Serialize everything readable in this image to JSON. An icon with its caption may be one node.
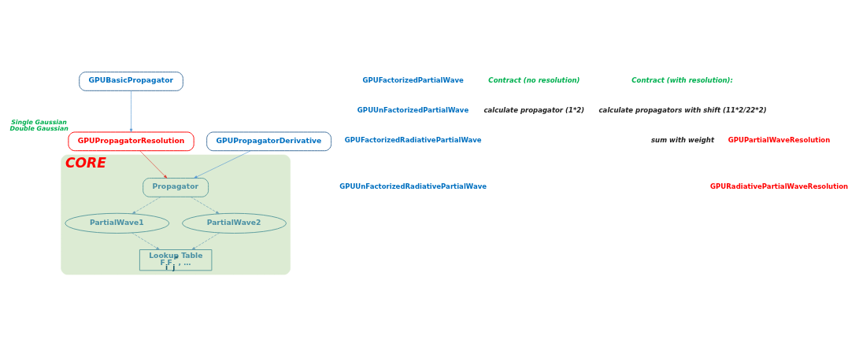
{
  "diagram": {
    "nodes": [
      {
        "text": [
          "CORE"
        ]
      },
      {
        "text": [
          "GPUBasicPropagator"
        ]
      },
      {
        "text": [
          "GPUPropagatorResolution"
        ],
        "beside": [
          "Single Gaussian",
          "Double Gaussian"
        ]
      },
      {
        "text": [
          "Propagator"
        ],
        "in": 0
      },
      {
        "text": [
          "PartialWave1"
        ],
        "in": 0
      },
      {
        "text": [
          "PartialWave2"
        ],
        "in": 0
      },
      {
        "text": [
          "Lookup Table",
          "F$_{i}$F$_{j}$$^{*}$, …"
        ],
        "in": 0
      },
      {
        "text": [
          "GPUPropagatorDerivative"
        ]
      }
    ],
    "edges": [
      {
        "from": 1,
        "to": 2,
        "arrow": "to",
        "color": "#5b9bd5"
      },
      {
        "from": 2,
        "to": 3,
        "arrow": "to",
        "color": "#e03c31"
      },
      {
        "from": 7,
        "to": 3,
        "arrow": "to",
        "color": "#5b9bd5"
      },
      {
        "from": 3,
        "to": 4,
        "arrow": "to",
        "style": "dashed"
      },
      {
        "from": 3,
        "to": 5,
        "arrow": "to",
        "style": "dashed"
      },
      {
        "from": 4,
        "to": 6,
        "arrow": "to",
        "style": "dashed"
      },
      {
        "from": 5,
        "to": 6,
        "arrow": "to",
        "style": "dashed"
      }
    ],
    "labels": [
      "GPUFactorizedPartialWave",
      "GPUUnFactorizedPartialWave",
      "GPUFactorizedRadiativePartialWave",
      "GPUUnFactorizedRadiativePartialWave",
      "Contract (no resolution)",
      "calculate propagator (1*2)",
      "Contract (with resolution):",
      "calculate propagators with shift (11*2/22*2)",
      "sum with weight",
      "GPUPartialWaveResolution",
      "GPURadiativePartialWaveResolution"
    ]
  }
}
